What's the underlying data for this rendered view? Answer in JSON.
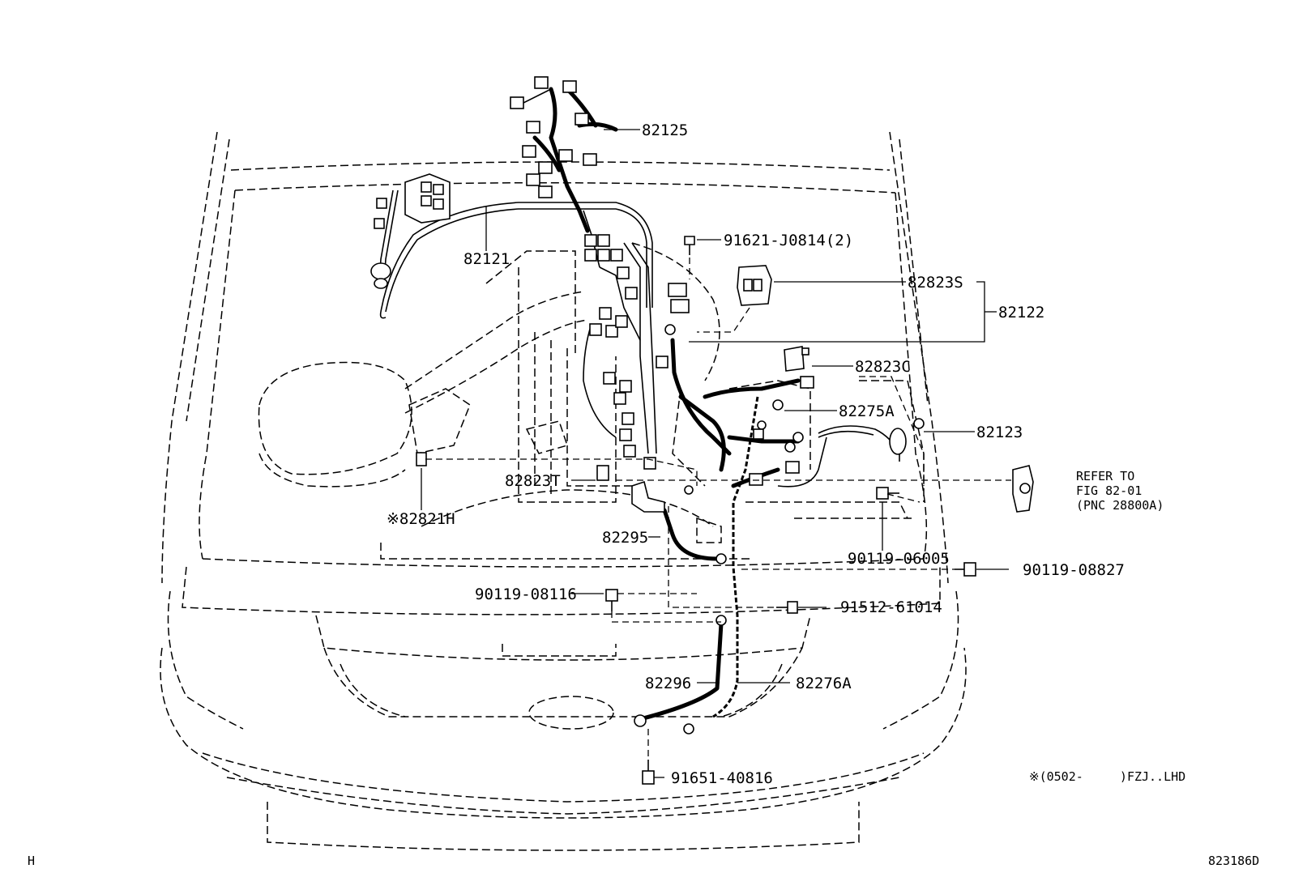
{
  "labels": {
    "p82125": "82125",
    "p82121": "82121",
    "p91621": "91621-J0814(2)",
    "p82823S": "82823S",
    "p82122": "82122",
    "p82823C": "82823C",
    "p82275A": "82275A",
    "p82123": "82123",
    "p82823T": "82823T",
    "p82821H": "※82821H",
    "p82295": "82295",
    "p90119_06005": "90119-06005",
    "p90119_08827": "90119-08827",
    "p90119_08116": "90119-08116",
    "p91512": "91512-61014",
    "p82296": "82296",
    "p82276A": "82276A",
    "p91651": "91651-40816"
  },
  "refer_note": {
    "line1": "REFER TO",
    "line2": "FIG 82-01",
    "line3": "(PNC 28800A)"
  },
  "applicability_note": "※(0502-     )FZJ..LHD",
  "corner_mark": "H",
  "figure_code": "823186D"
}
